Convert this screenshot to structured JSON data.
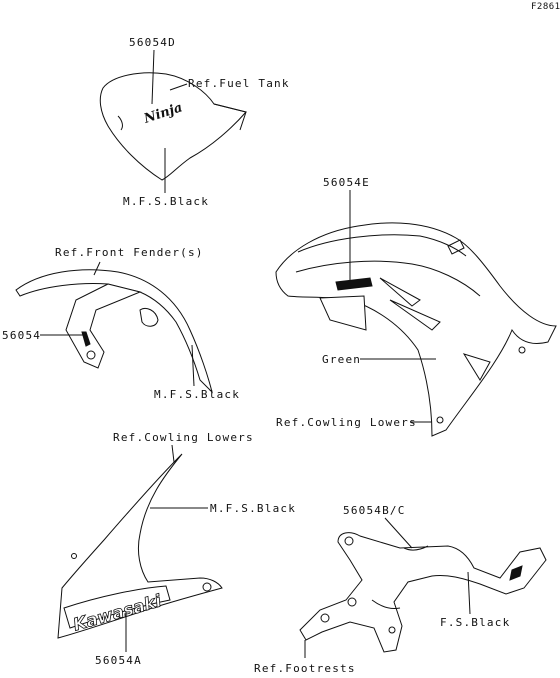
{
  "figure_id": "F2861",
  "labels": {
    "fuel_tank_part": "56054D",
    "fuel_tank_ref": "Ref.Fuel Tank",
    "fuel_tank_color": "M.F.S.Black",
    "cowl_upper_part": "56054E",
    "fender_ref": "Ref.Front Fender(s)",
    "fender_part": "56054",
    "fender_color": "M.F.S.Black",
    "cowl_green": "Green",
    "cowl_ref_right": "Ref.Cowling Lowers",
    "cowl_ref_left": "Ref.Cowling Lowers",
    "cowl_left_color": "M.F.S.Black",
    "cowl_left_part": "56054A",
    "footrest_part": "56054B/C",
    "footrest_color": "F.S.Black",
    "footrest_ref": "Ref.Footrests"
  },
  "logos": {
    "ninja": "Ninja",
    "kawasaki": "Kawasaki"
  }
}
